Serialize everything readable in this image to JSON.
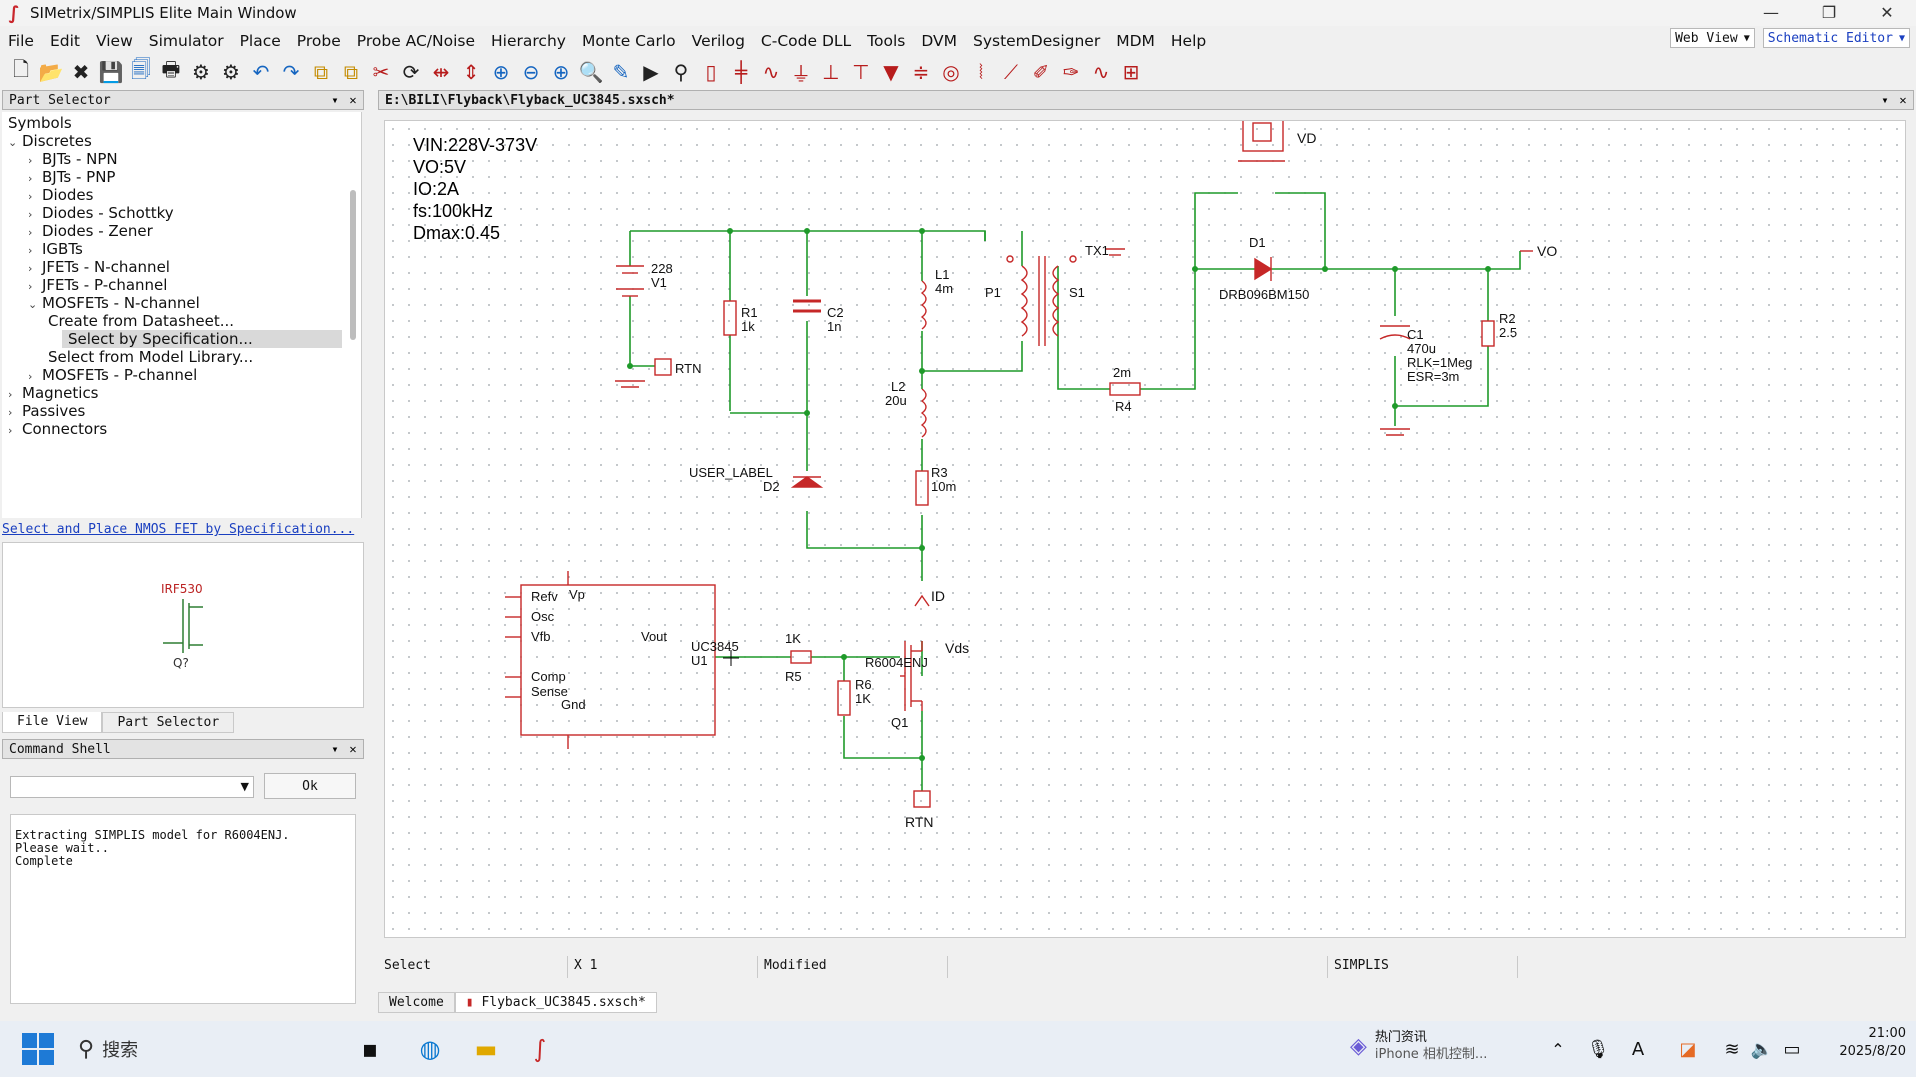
{
  "window": {
    "title": "SIMetrix/SIMPLIS Elite Main Window",
    "controls": [
      "—",
      "❐",
      "✕"
    ]
  },
  "menu": [
    "File",
    "Edit",
    "View",
    "Simulator",
    "Place",
    "Probe",
    "Probe AC/Noise",
    "Hierarchy",
    "Monte Carlo",
    "Verilog",
    "C-Code DLL",
    "Tools",
    "DVM",
    "SystemDesigner",
    "MDM",
    "Help"
  ],
  "view_select": "Web View",
  "editor_select": "Schematic Editor",
  "part_selector": {
    "title": "Part Selector",
    "tree": [
      {
        "label": "Symbols",
        "level": 0,
        "tw": ""
      },
      {
        "label": "Discretes",
        "level": 0,
        "tw": "v"
      },
      {
        "label": "BJTs - NPN",
        "level": 1,
        "tw": ">"
      },
      {
        "label": "BJTs - PNP",
        "level": 1,
        "tw": ">"
      },
      {
        "label": "Diodes",
        "level": 1,
        "tw": ">"
      },
      {
        "label": "Diodes - Schottky",
        "level": 1,
        "tw": ">"
      },
      {
        "label": "Diodes - Zener",
        "level": 1,
        "tw": ">"
      },
      {
        "label": "IGBTs",
        "level": 1,
        "tw": ">"
      },
      {
        "label": "JFETs - N-channel",
        "level": 1,
        "tw": ">"
      },
      {
        "label": "JFETs - P-channel",
        "level": 1,
        "tw": ">"
      },
      {
        "label": "MOSFETs - N-channel",
        "level": 1,
        "tw": "v"
      },
      {
        "label": "Create from Datasheet...",
        "level": 2,
        "tw": ""
      },
      {
        "label": "Select by Specification...",
        "level": 2,
        "tw": "",
        "selected": true
      },
      {
        "label": "Select from Model Library...",
        "level": 2,
        "tw": ""
      },
      {
        "label": "MOSFETs - P-channel",
        "level": 1,
        "tw": ">"
      },
      {
        "label": "Magnetics",
        "level": 0,
        "tw": ">"
      },
      {
        "label": "Passives",
        "level": 0,
        "tw": ">"
      },
      {
        "label": "Connectors",
        "level": 0,
        "tw": ">"
      }
    ],
    "status_link": "Select and Place NMOS FET by Specification...",
    "preview": {
      "part": "IRF530",
      "ref": "Q?"
    }
  },
  "left_tabs": [
    "File View",
    "Part Selector"
  ],
  "command_shell": {
    "title": "Command Shell",
    "ok": "Ok",
    "output": "Extracting SIMPLIS model for R6004ENJ.\nPlease wait..\nComplete"
  },
  "document": {
    "path": "E:\\BILI\\Flyback\\Flyback_UC3845.sxsch*"
  },
  "schematic": {
    "specs": [
      "VIN:228V-373V",
      "VO:5V",
      "IO:2A",
      "fs:100kHz",
      "Dmax:0.45"
    ],
    "labels": {
      "vd": "VD",
      "vo": "VO",
      "d1": "D1",
      "d1_part": "DRB096BM150",
      "tx1": "TX1",
      "p1": "P1",
      "s1": "S1",
      "l1": "L1",
      "l1_val": "4m",
      "l2": "L2",
      "l2_val": "20u",
      "r1": "R1",
      "r1_val": "1k",
      "c2": "C2",
      "c2_val": "1n",
      "v1_val": "228",
      "v1": "V1",
      "rtn1": "RTN",
      "rtn2": "RTN",
      "r4_val": "2m",
      "r4": "R4",
      "c1": "C1",
      "c1_val": "470u",
      "c1_rlk": "RLK=1Meg",
      "c1_esr": "ESR=3m",
      "r2": "R2",
      "r2_val": "2.5",
      "user_label": "USER_LABEL",
      "d2": "D2",
      "r3": "R3",
      "r3_val": "10m",
      "id": "ID",
      "vds": "Vds",
      "u1_part": "UC3845",
      "u1": "U1",
      "q1_part": "R6004ENJ",
      "q1": "Q1",
      "r5_val": "1K",
      "r5": "R5",
      "r6": "R6",
      "r6_val": "1K",
      "pin_refv": "Refv",
      "pin_vp": "Vp",
      "pin_osc": "Osc",
      "pin_vfb": "Vfb",
      "pin_vout": "Vout",
      "pin_comp": "Comp",
      "pin_sense": "Sense",
      "pin_gnd": "Gnd"
    }
  },
  "statusbar": [
    "Select",
    "X 1",
    "Modified",
    "",
    "SIMPLIS"
  ],
  "doc_tabs": [
    "Welcome",
    "Flyback_UC3845.sxsch*"
  ],
  "taskbar": {
    "search": "搜索",
    "news_title": "热门资讯",
    "news_sub": "iPhone 相机控制...",
    "time": "21:00",
    "date": "2025/8/20"
  }
}
